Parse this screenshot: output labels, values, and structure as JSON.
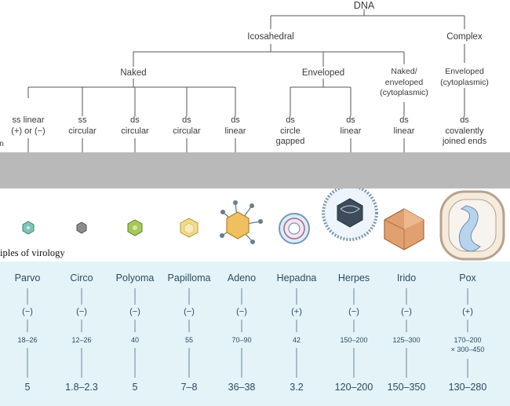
{
  "tree": {
    "root": "DNA",
    "level1": {
      "icosahedral": "Icosahedral",
      "complex": "Complex"
    },
    "level2": {
      "naked": "Naked",
      "enveloped": "Enveloped",
      "naked_enveloped": "Naked/\nenveloped\n(cytoplasmic)",
      "enveloped_cytoplasmic": "Enveloped\n(cytoplasmic)"
    },
    "leaves": [
      "ss linear\n(+) or (−)",
      "ss\ncircular",
      "ds\ncircular",
      "ds\ncircular",
      "ds\nlinear",
      "ds\ncircle\ngapped",
      "ds\nlinear",
      "ds\nlinear",
      "ds\ncovalently\njoined ends"
    ]
  },
  "caption": "iples of virology",
  "families": [
    {
      "name": "Parvo",
      "sense": "(−)",
      "size": "18–26",
      "genome": "5"
    },
    {
      "name": "Circo",
      "sense": "(−)",
      "size": "12–26",
      "genome": "1.8–2.3"
    },
    {
      "name": "Polyoma",
      "sense": "(−)",
      "size": "40",
      "genome": "5"
    },
    {
      "name": "Papilloma",
      "sense": "(−)",
      "size": "55",
      "genome": "7–8"
    },
    {
      "name": "Adeno",
      "sense": "(−)",
      "size": "70–90",
      "genome": "36–38"
    },
    {
      "name": "Hepadna",
      "sense": "(+)",
      "size": "42",
      "genome": "3.2"
    },
    {
      "name": "Herpes",
      "sense": "(−)",
      "size": "150–200",
      "genome": "120–200"
    },
    {
      "name": "Irido",
      "sense": "(−)",
      "size": "125–300",
      "genome": "150–350"
    },
    {
      "name": "Pox",
      "sense": "(+)",
      "size": "170–200\n× 300–450",
      "genome": "130–280"
    }
  ],
  "colors": {
    "tree_text": "#3a3a3a",
    "panel_background": "#e3f3f8",
    "band": "#b9b9b9",
    "table_text": "#2c4a63"
  }
}
